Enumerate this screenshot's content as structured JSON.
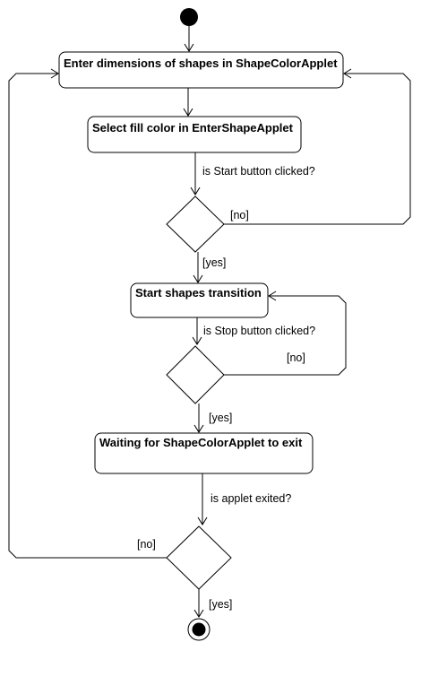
{
  "activities": {
    "enter_dimensions": "Enter dimensions of shapes in ShapeColorApplet",
    "select_fill_color": "Select fill color in EnterShapeApplet",
    "start_transition": "Start shapes transition",
    "waiting_exit": "Waiting for ShapeColorApplet to exit"
  },
  "conditions": {
    "start_clicked": "is Start button clicked?",
    "stop_clicked": "is Stop button clicked?",
    "applet_exited": "is applet exited?"
  },
  "guards": {
    "no_1": "[no]",
    "yes_1": "[yes]",
    "no_2": "[no]",
    "yes_2": "[yes]",
    "no_3": "[no]",
    "yes_3": "[yes]"
  },
  "colors": {
    "stroke": "#000000",
    "fill": "#ffffff"
  }
}
